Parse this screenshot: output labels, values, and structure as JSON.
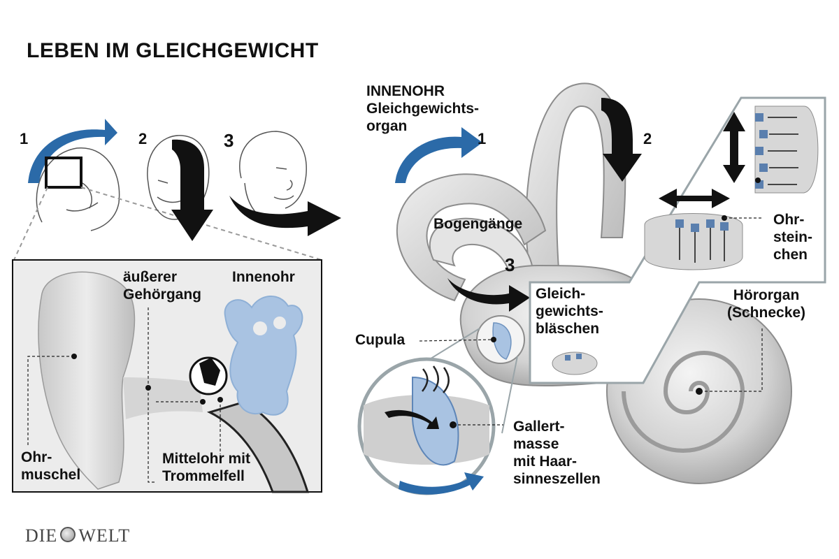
{
  "title": "LEBEN IM GLEICHGEWICHT",
  "head_steps": [
    {
      "number": "1",
      "direction": "nod-sideways"
    },
    {
      "number": "2",
      "direction": "nod-down"
    },
    {
      "number": "3",
      "direction": "turn"
    }
  ],
  "inset": {
    "outer_canal": "äußerer\nGehörgang",
    "inner_ear": "Innenohr",
    "auricle": "Ohr-\nmuschel",
    "middle_ear": "Mittelohr mit\nTrommelfell"
  },
  "main": {
    "heading": "INNENOHR\nGleichgewichts-\norgan",
    "arrow_1": "1",
    "arrow_2": "2",
    "arrow_3": "3",
    "canals": "Bogengänge",
    "vesicles": "Gleich-\ngewichts-\nbläschen",
    "cupula": "Cupula",
    "gel_mass": "Gallert-\nmasse\nmit Haar-\nsinneszellen",
    "otoliths": "Ohr-\nstein-\nchen",
    "cochlea": "Hörorgan\n(Schnecke)"
  },
  "logo": {
    "left": "DIE",
    "right": "WELT"
  },
  "colors": {
    "accent_blue": "#2b6aa8",
    "light_blue": "#a9c3e2",
    "organ_gray": "#d6d6d6"
  }
}
